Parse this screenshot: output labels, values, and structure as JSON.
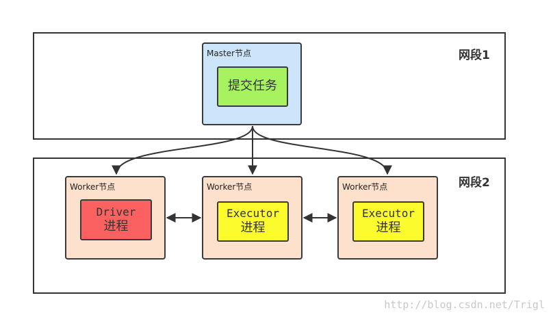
{
  "segments": {
    "seg1_label": "网段1",
    "seg2_label": "网段2"
  },
  "master": {
    "title": "Master节点",
    "task_label": "提交任务"
  },
  "workers": [
    {
      "title": "Worker节点",
      "line1": "Driver",
      "line2": "进程"
    },
    {
      "title": "Worker节点",
      "line1": "Executor",
      "line2": "进程"
    },
    {
      "title": "Worker节点",
      "line1": "Executor",
      "line2": "进程"
    }
  ],
  "watermark": "http://blog.csdn.net/Trigl",
  "colors": {
    "master_fill": "#cce5fb",
    "master_task_fill": "#a6f25f",
    "worker_fill": "#fde1cc",
    "driver_fill": "#fb6161",
    "executor_fill": "#fbfb2d",
    "line": "#333333"
  }
}
